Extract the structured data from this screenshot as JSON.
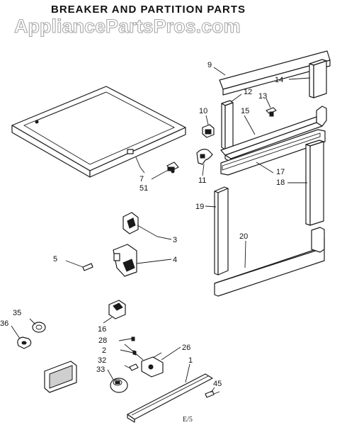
{
  "title": "BREAKER AND PARTITION PARTS",
  "watermark": "AppliancePartsPros.com",
  "watermark_scribble": "",
  "figure_code": "E/5",
  "labels": {
    "l9": "9",
    "l14": "14",
    "l12": "12",
    "l13": "13",
    "l10": "10",
    "l15": "15",
    "l11": "11",
    "l17": "17",
    "l18": "18",
    "l7": "7",
    "l51": "51",
    "l19": "19",
    "l3": "3",
    "l20": "20",
    "l5": "5",
    "l4": "4",
    "l35": "35",
    "l36": "36",
    "l16": "16",
    "l28": "28",
    "l2": "2",
    "l26": "26",
    "l32": "32",
    "l1": "1",
    "l33": "33",
    "l45": "45"
  }
}
